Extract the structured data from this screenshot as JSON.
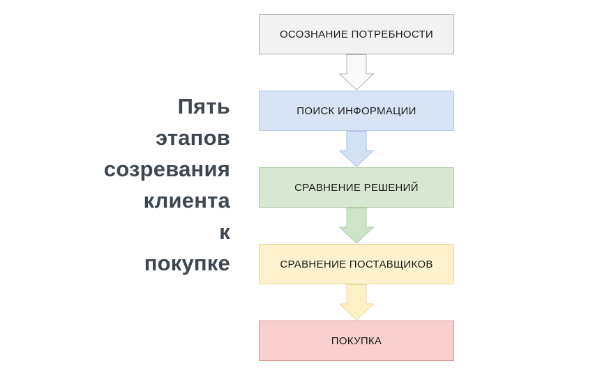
{
  "title": {
    "lines": [
      "Пять",
      "этапов",
      "созревания",
      "клиента",
      "к",
      "покупке"
    ],
    "color": "#3e474f"
  },
  "stages": [
    {
      "label": "ОСОЗНАНИЕ ПОТРЕБНОСТИ",
      "fill": "#f2f2f2",
      "border": "#a6a6a6"
    },
    {
      "label": "ПОИСК ИНФОРМАЦИИ",
      "fill": "#d8e4f6",
      "border": "#afc4e4"
    },
    {
      "label": "СРАВНЕНИЕ РЕШЕНИЙ",
      "fill": "#d8e7d2",
      "border": "#b2cfa8"
    },
    {
      "label": "СРАВНЕНИЕ ПОСТАВЩИКОВ",
      "fill": "#fdf2cd",
      "border": "#e9d494"
    },
    {
      "label": "ПОКУПКА",
      "fill": "#f6cfce",
      "border": "#dc9391"
    }
  ],
  "arrows": [
    {
      "fill": "#f9f9f9",
      "border": "#b3b3b3"
    },
    {
      "fill": "#d3e1f5",
      "border": "#a8c2e2"
    },
    {
      "fill": "#cfe3c8",
      "border": "#aecfa4"
    },
    {
      "fill": "#fcf0c5",
      "border": "#e8d9a0"
    }
  ],
  "colors": {
    "box_text": "#1a1a1a",
    "background": "#ffffff"
  }
}
